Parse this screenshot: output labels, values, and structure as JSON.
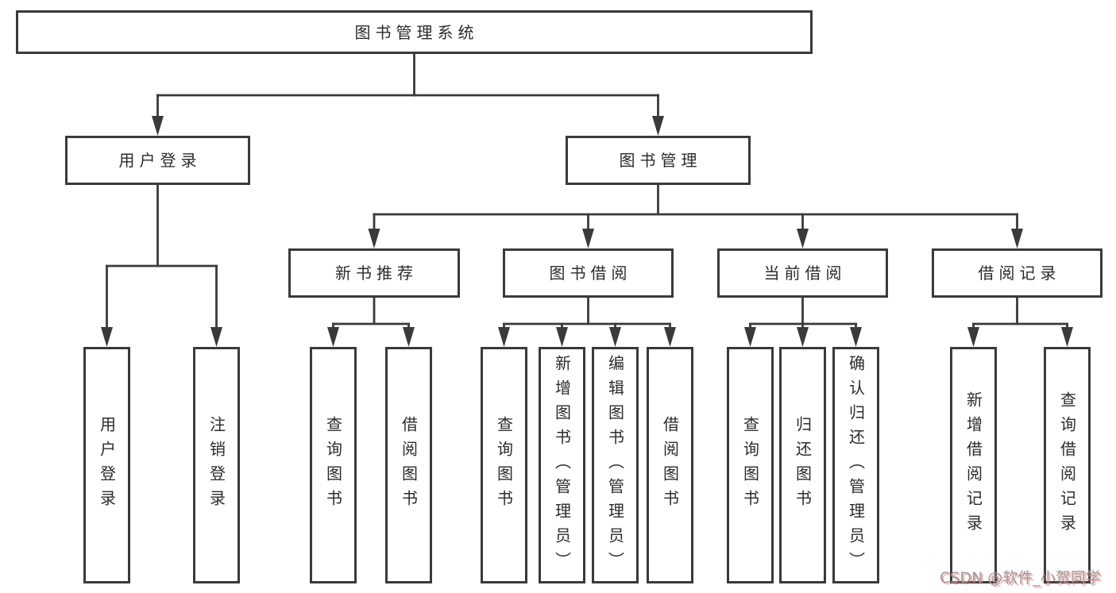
{
  "tree": {
    "root": {
      "label": "图书管理系统"
    },
    "branches": [
      {
        "label": "用户登录",
        "children": [
          {
            "label": "用户登录"
          },
          {
            "label": "注销登录"
          }
        ]
      },
      {
        "label": "图书管理",
        "children": [
          {
            "label": "新书推荐",
            "children": [
              {
                "label": "查询图书"
              },
              {
                "label": "借阅图书"
              }
            ]
          },
          {
            "label": "图书借阅",
            "children": [
              {
                "label": "查询图书"
              },
              {
                "label": "新增图书（管理员）"
              },
              {
                "label": "编辑图书（管理员）"
              },
              {
                "label": "借阅图书"
              }
            ]
          },
          {
            "label": "当前借阅",
            "children": [
              {
                "label": "查询图书"
              },
              {
                "label": "归还图书"
              },
              {
                "label": "确认归还（管理员）"
              }
            ]
          },
          {
            "label": "借阅记录",
            "children": [
              {
                "label": "新增借阅记录"
              },
              {
                "label": "查询借阅记录"
              }
            ]
          }
        ]
      }
    ]
  },
  "watermark": {
    "text": "CSDN @软件_小贺同学"
  },
  "colors": {
    "line": "#3a3a3a",
    "text": "#2b2b2b",
    "background": "#ffffff",
    "watermark_text": "#9c9c9c",
    "watermark_shadow": "rgba(231,110,110,0.6)"
  }
}
